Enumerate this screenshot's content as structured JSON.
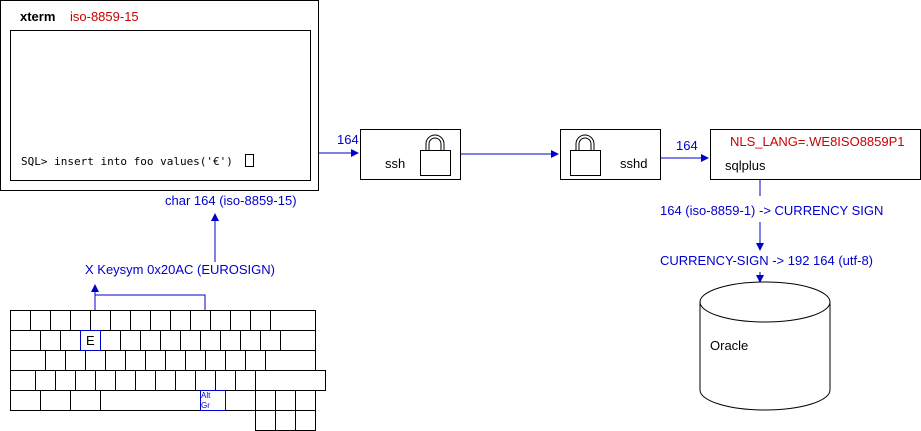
{
  "xterm": {
    "title": "xterm",
    "encoding": "iso-8859-15",
    "command": "SQL> insert into foo values('€')"
  },
  "flow": {
    "char_label": "char 164 (iso-8859-15)",
    "keysym_label": "X Keysym 0x20AC (EUROSIGN)",
    "ssh_in_label": "164",
    "sshd_out_label": "164",
    "sqlplus_convert_label": "164 (iso-8859-1) -> CURRENCY SIGN",
    "utf8_label": "CURRENCY-SIGN -> 192 164 (utf-8)"
  },
  "nodes": {
    "ssh": "ssh",
    "sshd": "sshd",
    "sqlplus": "sqlplus",
    "nls_lang": "NLS_LANG=.WE8ISO8859P1",
    "oracle": "Oracle"
  },
  "keyboard": {
    "e_key": "E",
    "altgr_line1": "Alt",
    "altgr_line2": "Gr"
  },
  "colors": {
    "accent": "#cc0000",
    "flow": "#0000cc",
    "line": "#000000"
  }
}
